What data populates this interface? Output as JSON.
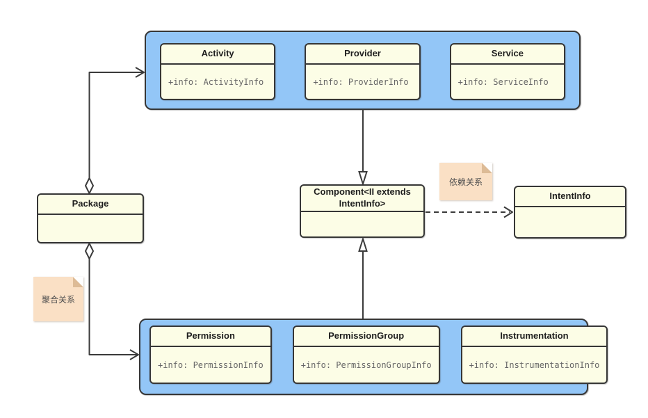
{
  "colors": {
    "group_fill": "#93c6f7",
    "class_fill": "#fcfde6",
    "border": "#363636",
    "wire": "#3a3a3a",
    "note_fill": "#fae0c5",
    "note_fold": "#ddbb96",
    "title_text": "#1e1e1e",
    "attribute_text": "#666666",
    "note_text": "#4f4f4f",
    "background": "#ffffff"
  },
  "groups": {
    "top": {
      "classes": [
        {
          "name": "Activity",
          "attribute": "+info: ActivityInfo"
        },
        {
          "name": "Provider",
          "attribute": "+info: ProviderInfo"
        },
        {
          "name": "Service",
          "attribute": "+info: ServiceInfo"
        }
      ]
    },
    "bottom": {
      "classes": [
        {
          "name": "Permission",
          "attribute": "+info: PermissionInfo"
        },
        {
          "name": "PermissionGroup",
          "attribute": "+info: PermissionGroupInfo"
        },
        {
          "name": "Instrumentation",
          "attribute": "+info: InstrumentationInfo"
        }
      ]
    }
  },
  "classes": {
    "package": {
      "name": "Package",
      "attribute": ""
    },
    "component": {
      "name": "Component<II extends IntentInfo>",
      "attribute": ""
    },
    "intent_info": {
      "name": "IntentInfo",
      "attribute": ""
    }
  },
  "notes": {
    "dependency": {
      "text": "依赖关系"
    },
    "aggregation": {
      "text": "聚合关系"
    }
  },
  "edges": [
    {
      "type": "aggregation",
      "from": "Package",
      "to": "top-group",
      "source_marker": "hollow-diamond",
      "target_marker": "open-arrow",
      "style": "solid"
    },
    {
      "type": "aggregation",
      "from": "Package",
      "to": "bottom-group",
      "source_marker": "hollow-diamond",
      "target_marker": "open-arrow",
      "style": "solid"
    },
    {
      "type": "generalization",
      "from": "top-group",
      "to": "Component<II extends IntentInfo>",
      "target_marker": "hollow-triangle",
      "style": "solid"
    },
    {
      "type": "generalization",
      "from": "bottom-group",
      "to": "Component<II extends IntentInfo>",
      "target_marker": "hollow-triangle",
      "style": "solid"
    },
    {
      "type": "dependency",
      "from": "Component<II extends IntentInfo>",
      "to": "IntentInfo",
      "target_marker": "open-arrow",
      "style": "dashed"
    }
  ]
}
